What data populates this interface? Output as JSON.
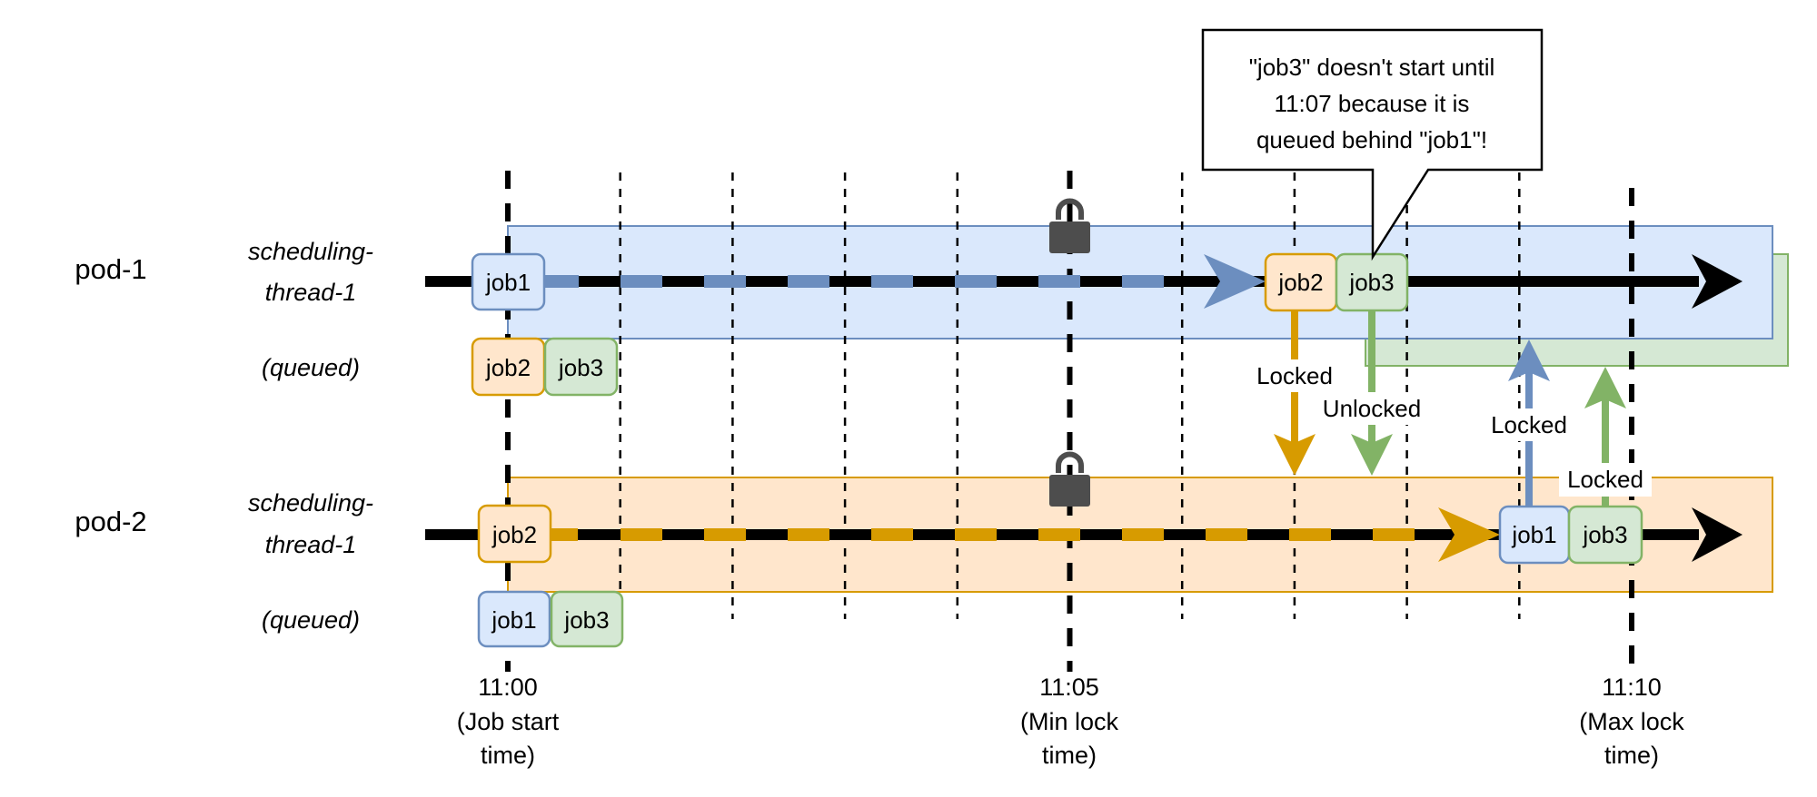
{
  "title": "Scheduled job lock timeline across pods",
  "colors": {
    "blue_fill": "#dae8fc",
    "blue_stroke": "#6c8ebf",
    "orange_fill": "#ffe6cc",
    "orange_stroke": "#d79b00",
    "green_fill": "#d5e8d4",
    "green_stroke": "#82b366",
    "lock": "#4d4d4d"
  },
  "lanes": [
    {
      "pod": "pod-1",
      "thread_line1": "scheduling-",
      "thread_line2": "thread-1",
      "queued_label": "(queued)",
      "running": [
        {
          "job": "job1",
          "color": "blue"
        }
      ],
      "queued": [
        {
          "job": "job2",
          "color": "orange"
        },
        {
          "job": "job3",
          "color": "green"
        }
      ],
      "later": [
        {
          "job": "job2",
          "color": "orange"
        },
        {
          "job": "job3",
          "color": "green"
        }
      ]
    },
    {
      "pod": "pod-2",
      "thread_line1": "scheduling-",
      "thread_line2": "thread-1",
      "queued_label": "(queued)",
      "running": [
        {
          "job": "job2",
          "color": "orange"
        }
      ],
      "queued": [
        {
          "job": "job1",
          "color": "blue"
        },
        {
          "job": "job3",
          "color": "green"
        }
      ],
      "later": [
        {
          "job": "job1",
          "color": "blue"
        },
        {
          "job": "job3",
          "color": "green"
        }
      ]
    }
  ],
  "flows": [
    {
      "label": "Locked",
      "job": "job2",
      "direction": "down",
      "color": "orange"
    },
    {
      "label": "Unlocked",
      "job": "job3",
      "direction": "down",
      "color": "green"
    },
    {
      "label": "Locked",
      "job": "job1",
      "direction": "up",
      "color": "blue"
    },
    {
      "label": "Locked",
      "job": "job3",
      "direction": "up",
      "color": "green"
    }
  ],
  "time_marks": [
    {
      "time": "11:00",
      "line1": "(Job start",
      "line2": "time)"
    },
    {
      "time": "11:05",
      "line1": "(Min lock",
      "line2": "time)"
    },
    {
      "time": "11:10",
      "line1": "(Max lock",
      "line2": "time)"
    }
  ],
  "callout": {
    "line1": "\"job3\" doesn't start until",
    "line2": "11:07 because it is",
    "line3": "queued behind \"job1\"!"
  },
  "icons": {
    "lock": "lock-icon"
  }
}
